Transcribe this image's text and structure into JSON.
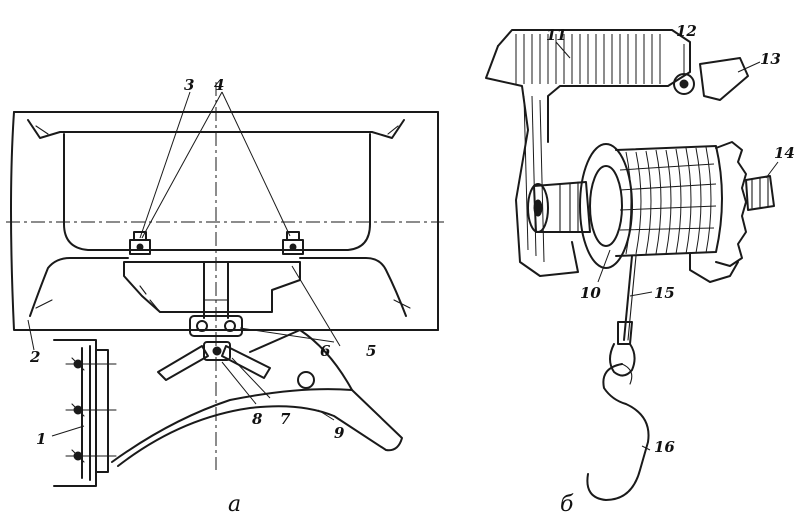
{
  "panel_a": {
    "caption": "а",
    "labels": [
      "1",
      "2",
      "3",
      "4",
      "5",
      "6",
      "7",
      "8",
      "9"
    ]
  },
  "panel_b": {
    "caption": "б",
    "labels": [
      "10",
      "11",
      "12",
      "13",
      "14",
      "15",
      "16"
    ]
  }
}
